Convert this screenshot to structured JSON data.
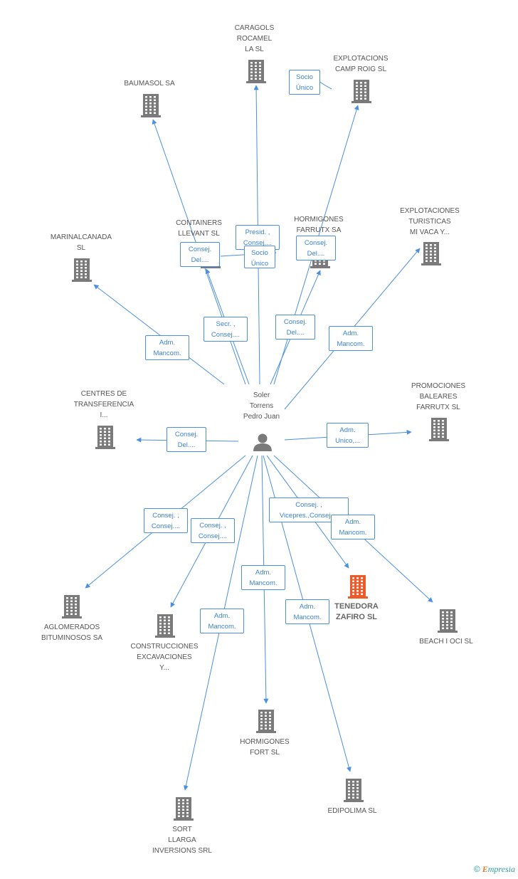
{
  "colors": {
    "edge": "#4a8fe0",
    "building": "#7a7a7a",
    "building_focus": "#f05a28",
    "person": "#7a7a7a",
    "brand_teal": "#2d9b9b",
    "brand_orange": "#e37b2b"
  },
  "center": {
    "icon": "person-icon",
    "lines": [
      "Soler",
      "Torrens",
      "Pedro Juan"
    ]
  },
  "companies": [
    {
      "id": "caragols",
      "lines": [
        "CARAGOLS",
        "ROCAMEL",
        "LA SL"
      ],
      "focus": false
    },
    {
      "id": "explotacions-camp-roig",
      "lines": [
        "EXPLOTACIONS",
        "CAMP ROIG  SL"
      ],
      "focus": false
    },
    {
      "id": "baumasol",
      "lines": [
        "BAUMASOL SA"
      ],
      "focus": false
    },
    {
      "id": "containers-llevant",
      "lines": [
        "CONTAINERS",
        "LLEVANT SL"
      ],
      "focus": false
    },
    {
      "id": "hormigones-farrutx",
      "lines": [
        "HORMIGONES",
        "FARRUTX SA"
      ],
      "focus": false
    },
    {
      "id": "explotaciones-turisticas",
      "lines": [
        "EXPLOTACIONES",
        "TURISTICAS",
        "MI VACA Y..."
      ],
      "focus": false
    },
    {
      "id": "marinalcanada",
      "lines": [
        "MARINALCANADA",
        "SL"
      ],
      "focus": false
    },
    {
      "id": "centres-transferencia",
      "lines": [
        "CENTRES DE",
        "TRANSFERENCIA",
        "I..."
      ],
      "focus": false
    },
    {
      "id": "promociones-baleares",
      "lines": [
        "PROMOCIONES",
        "BALEARES",
        "FARRUTX SL"
      ],
      "focus": false
    },
    {
      "id": "aglomerados",
      "lines": [
        "AGLOMERADOS",
        "BITUMINOSOS SA"
      ],
      "focus": false
    },
    {
      "id": "construcciones",
      "lines": [
        "CONSTRUCCIONES",
        "EXCAVACIONES",
        "Y..."
      ],
      "focus": false
    },
    {
      "id": "tenedora",
      "lines": [
        "TENEDORA",
        "ZAFIRO SL"
      ],
      "focus": true
    },
    {
      "id": "beach-i-oci",
      "lines": [
        "BEACH I OCI SL"
      ],
      "focus": false
    },
    {
      "id": "hormigones-fort",
      "lines": [
        "HORMIGONES",
        "FORT SL"
      ],
      "focus": false
    },
    {
      "id": "edipolima",
      "lines": [
        "EDIPOLIMA SL"
      ],
      "focus": false
    },
    {
      "id": "sort-llarga",
      "lines": [
        "SORT",
        "LLARGA",
        "INVERSIONS SRL"
      ],
      "focus": false
    }
  ],
  "relations": [
    {
      "id": "r-camp-roig",
      "lines": [
        "Socio",
        "Único"
      ]
    },
    {
      "id": "r-caragols",
      "lines": [
        "Presid. ,",
        "Consej...."
      ]
    },
    {
      "id": "r-containers-1",
      "lines": [
        "Consej.",
        "Del...."
      ]
    },
    {
      "id": "r-socio-unico-2",
      "lines": [
        "Socio",
        "Único"
      ]
    },
    {
      "id": "r-hormigones-farrutx",
      "lines": [
        "Consej.",
        "Del...."
      ]
    },
    {
      "id": "r-containers-2",
      "lines": [
        "Secr. ,",
        "Consej...."
      ]
    },
    {
      "id": "r-camp-roig-2",
      "lines": [
        "Consej.",
        "Del...."
      ]
    },
    {
      "id": "r-marinalcanada",
      "lines": [
        "Adm.",
        "Mancom."
      ]
    },
    {
      "id": "r-turisticas",
      "lines": [
        "Adm.",
        "Mancom."
      ]
    },
    {
      "id": "r-centres",
      "lines": [
        "Consej.",
        "Del...."
      ]
    },
    {
      "id": "r-promociones",
      "lines": [
        "Adm.",
        "Unico,..."
      ]
    },
    {
      "id": "r-aglomerados",
      "lines": [
        "Consej. ,",
        "Consej...."
      ]
    },
    {
      "id": "r-construcciones",
      "lines": [
        "Consej. ,",
        "Consej...."
      ]
    },
    {
      "id": "r-tenedora",
      "lines": [
        "Consej. ,",
        "Vicepres.,Consej...."
      ]
    },
    {
      "id": "r-beach",
      "lines": [
        "Adm.",
        "Mancom."
      ]
    },
    {
      "id": "r-fort",
      "lines": [
        "Adm.",
        "Mancom."
      ]
    },
    {
      "id": "r-sort",
      "lines": [
        "Adm.",
        "Mancom."
      ]
    },
    {
      "id": "r-edipolima",
      "lines": [
        "Adm.",
        "Mancom."
      ]
    }
  ],
  "brand": {
    "copyright": "©",
    "first_letter": "E",
    "rest": "mpresia"
  }
}
